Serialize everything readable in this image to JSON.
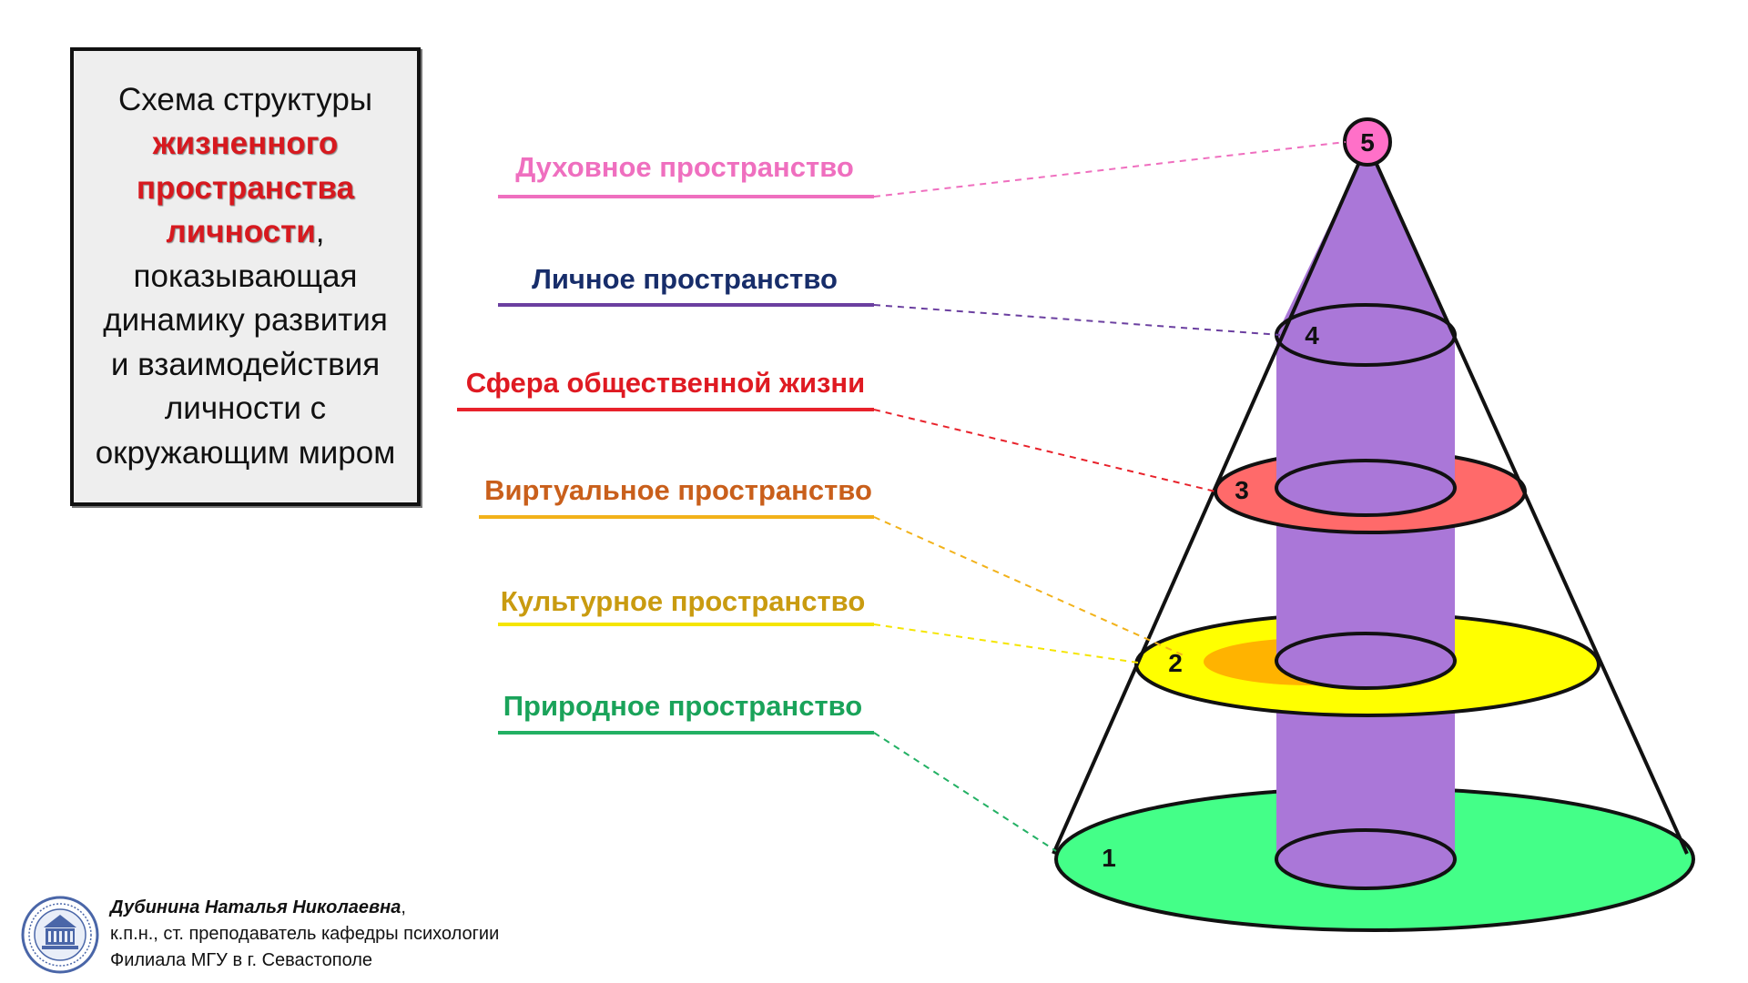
{
  "title": {
    "part1": "Схема структуры",
    "highlight": "жизненного пространства личности",
    "part2": ", показывающая динамику развития и взаимодействия личности с окружающим миром"
  },
  "layers": [
    {
      "label": "Духовное пространство",
      "number": "5",
      "color": "#ef6fbf"
    },
    {
      "label": "Личное пространство",
      "number": "4",
      "color": "#172d6a"
    },
    {
      "label": "Сфера общественной жизни",
      "number": "3",
      "color": "#df1a22"
    },
    {
      "label": "Виртуальное пространство",
      "number": "",
      "color": "#c95f1b"
    },
    {
      "label": "Культурное пространство",
      "number": "2",
      "color": "#c99b10"
    },
    {
      "label": "Природное пространство",
      "number": "1",
      "color": "#1aa35a"
    }
  ],
  "underline_colors": [
    "#ef6fbf",
    "#6b3fa0",
    "#e8222b",
    "#f2b21a",
    "#f5e500",
    "#22b063"
  ],
  "fills": {
    "cone_base": "#44ff88",
    "disc_2": "#ffff00",
    "disc_2_inner": "#ffb300",
    "disc_3": "#ff6a6a",
    "cylinder": "#aa77d8",
    "top_circle": "#ff70c8"
  },
  "author": {
    "name": "Дубинина Наталья Николаевна",
    "line2": "к.п.н., ст. преподаватель кафедры психологии",
    "line3": "Филиала МГУ в г. Севастополе"
  }
}
